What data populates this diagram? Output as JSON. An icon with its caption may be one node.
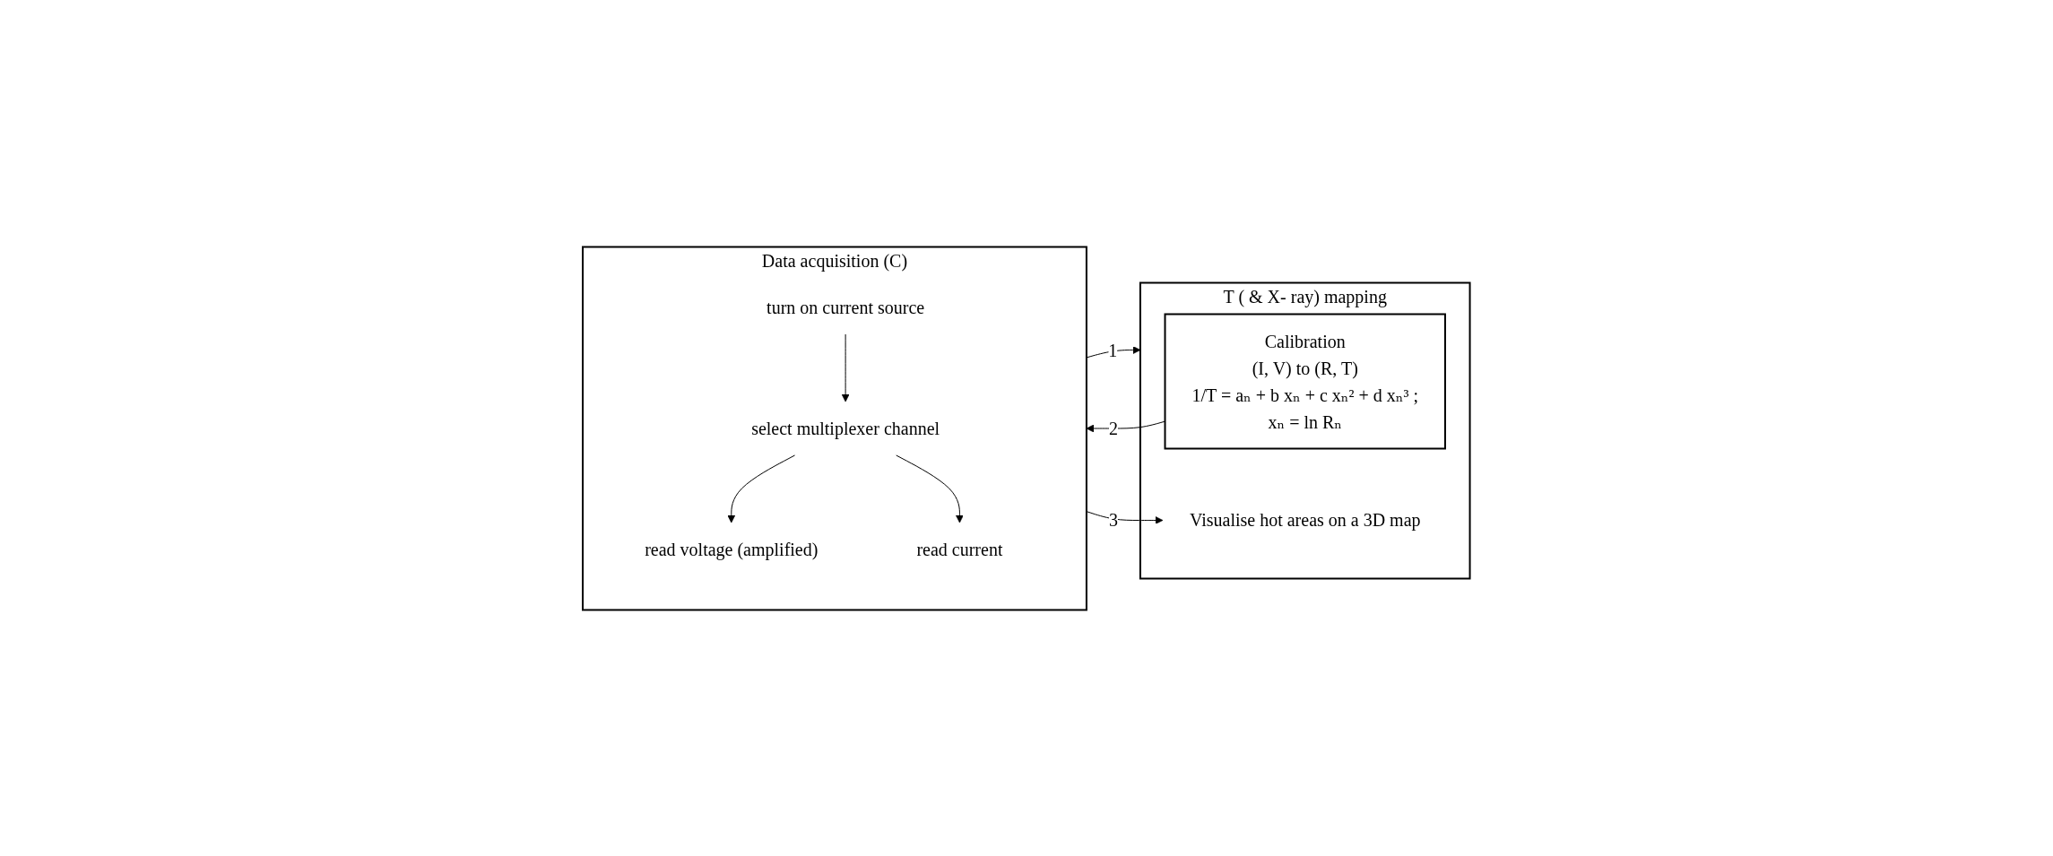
{
  "diagram": {
    "nodes": [
      {
        "text": [
          "Data acquisition (C)"
        ]
      },
      {
        "text": [
          "turn on current source"
        ],
        "in": 0
      },
      {
        "text": [
          "select multiplexer channel"
        ],
        "in": 0
      },
      {
        "text": [
          "read voltage (amplified)"
        ],
        "in": 0
      },
      {
        "text": [
          "read current"
        ],
        "in": 0
      },
      {
        "text": [
          "T ( & X- ray) mapping"
        ]
      },
      {
        "text": [
          "Calibration",
          "(I, V) to (R, T)",
          "1/T = aₙ + b xₙ + c xₙ² + d xₙ³ ;",
          "xₙ = ln Rₙ"
        ],
        "in": 5
      },
      {
        "text": [
          "Visualise hot areas on a 3D map"
        ],
        "in": 5
      }
    ],
    "edges": [
      {
        "from": 1,
        "to": 2,
        "arrow": "to"
      },
      {
        "from": 2,
        "to": 3,
        "arrow": "to"
      },
      {
        "from": 2,
        "to": 4,
        "arrow": "to"
      },
      {
        "from": 0,
        "to": 5,
        "arrow": "to",
        "label": "1"
      },
      {
        "from": 6,
        "to": 0,
        "arrow": "to",
        "label": "2"
      },
      {
        "from": 0,
        "to": 7,
        "arrow": "to",
        "label": "3"
      }
    ]
  }
}
